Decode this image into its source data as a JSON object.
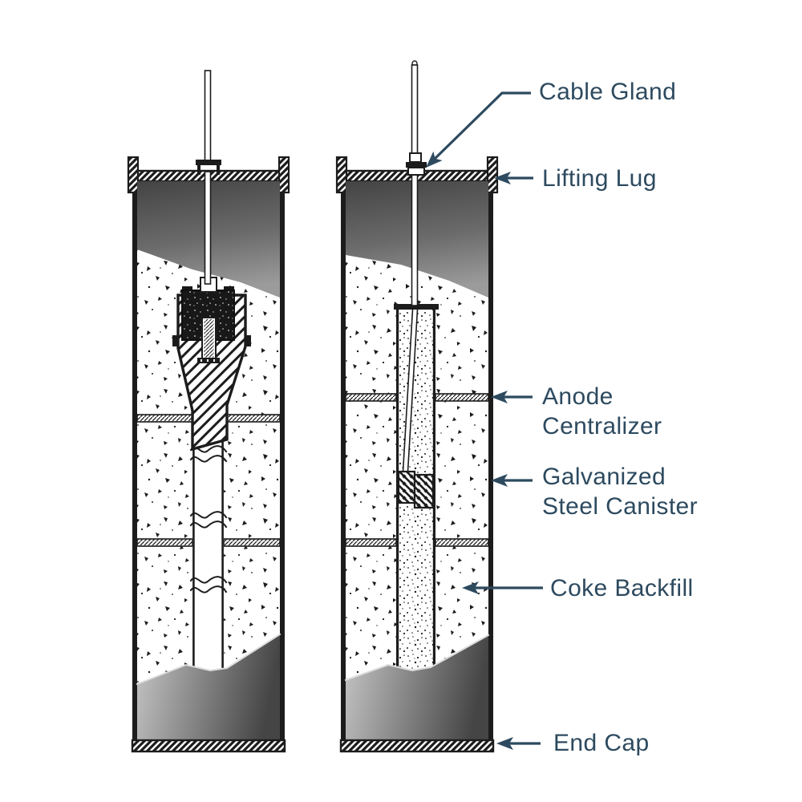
{
  "diagram_title": "",
  "labels": {
    "cable_gland": "Cable Gland",
    "lifting_lug": "Lifting Lug",
    "anode_centralizer": "Anode Centralizer",
    "galvanized_steel_canister": "Galvanized Steel Canister",
    "coke_backfill": "Coke Backfill",
    "end_cap": "End Cap"
  },
  "icons": {
    "callout_arrows": "arrow-left-icon"
  },
  "colors": {
    "label_text": "#2d4a5f",
    "arrow": "#2d4a5f",
    "ink": "#1c1c1c",
    "background": "#ffffff",
    "gray_top_dark": "#474747",
    "gray_top_light": "#9b9b9b",
    "gray_bottom_light": "#c6c6c6",
    "gray_bottom_dark": "#454545"
  }
}
